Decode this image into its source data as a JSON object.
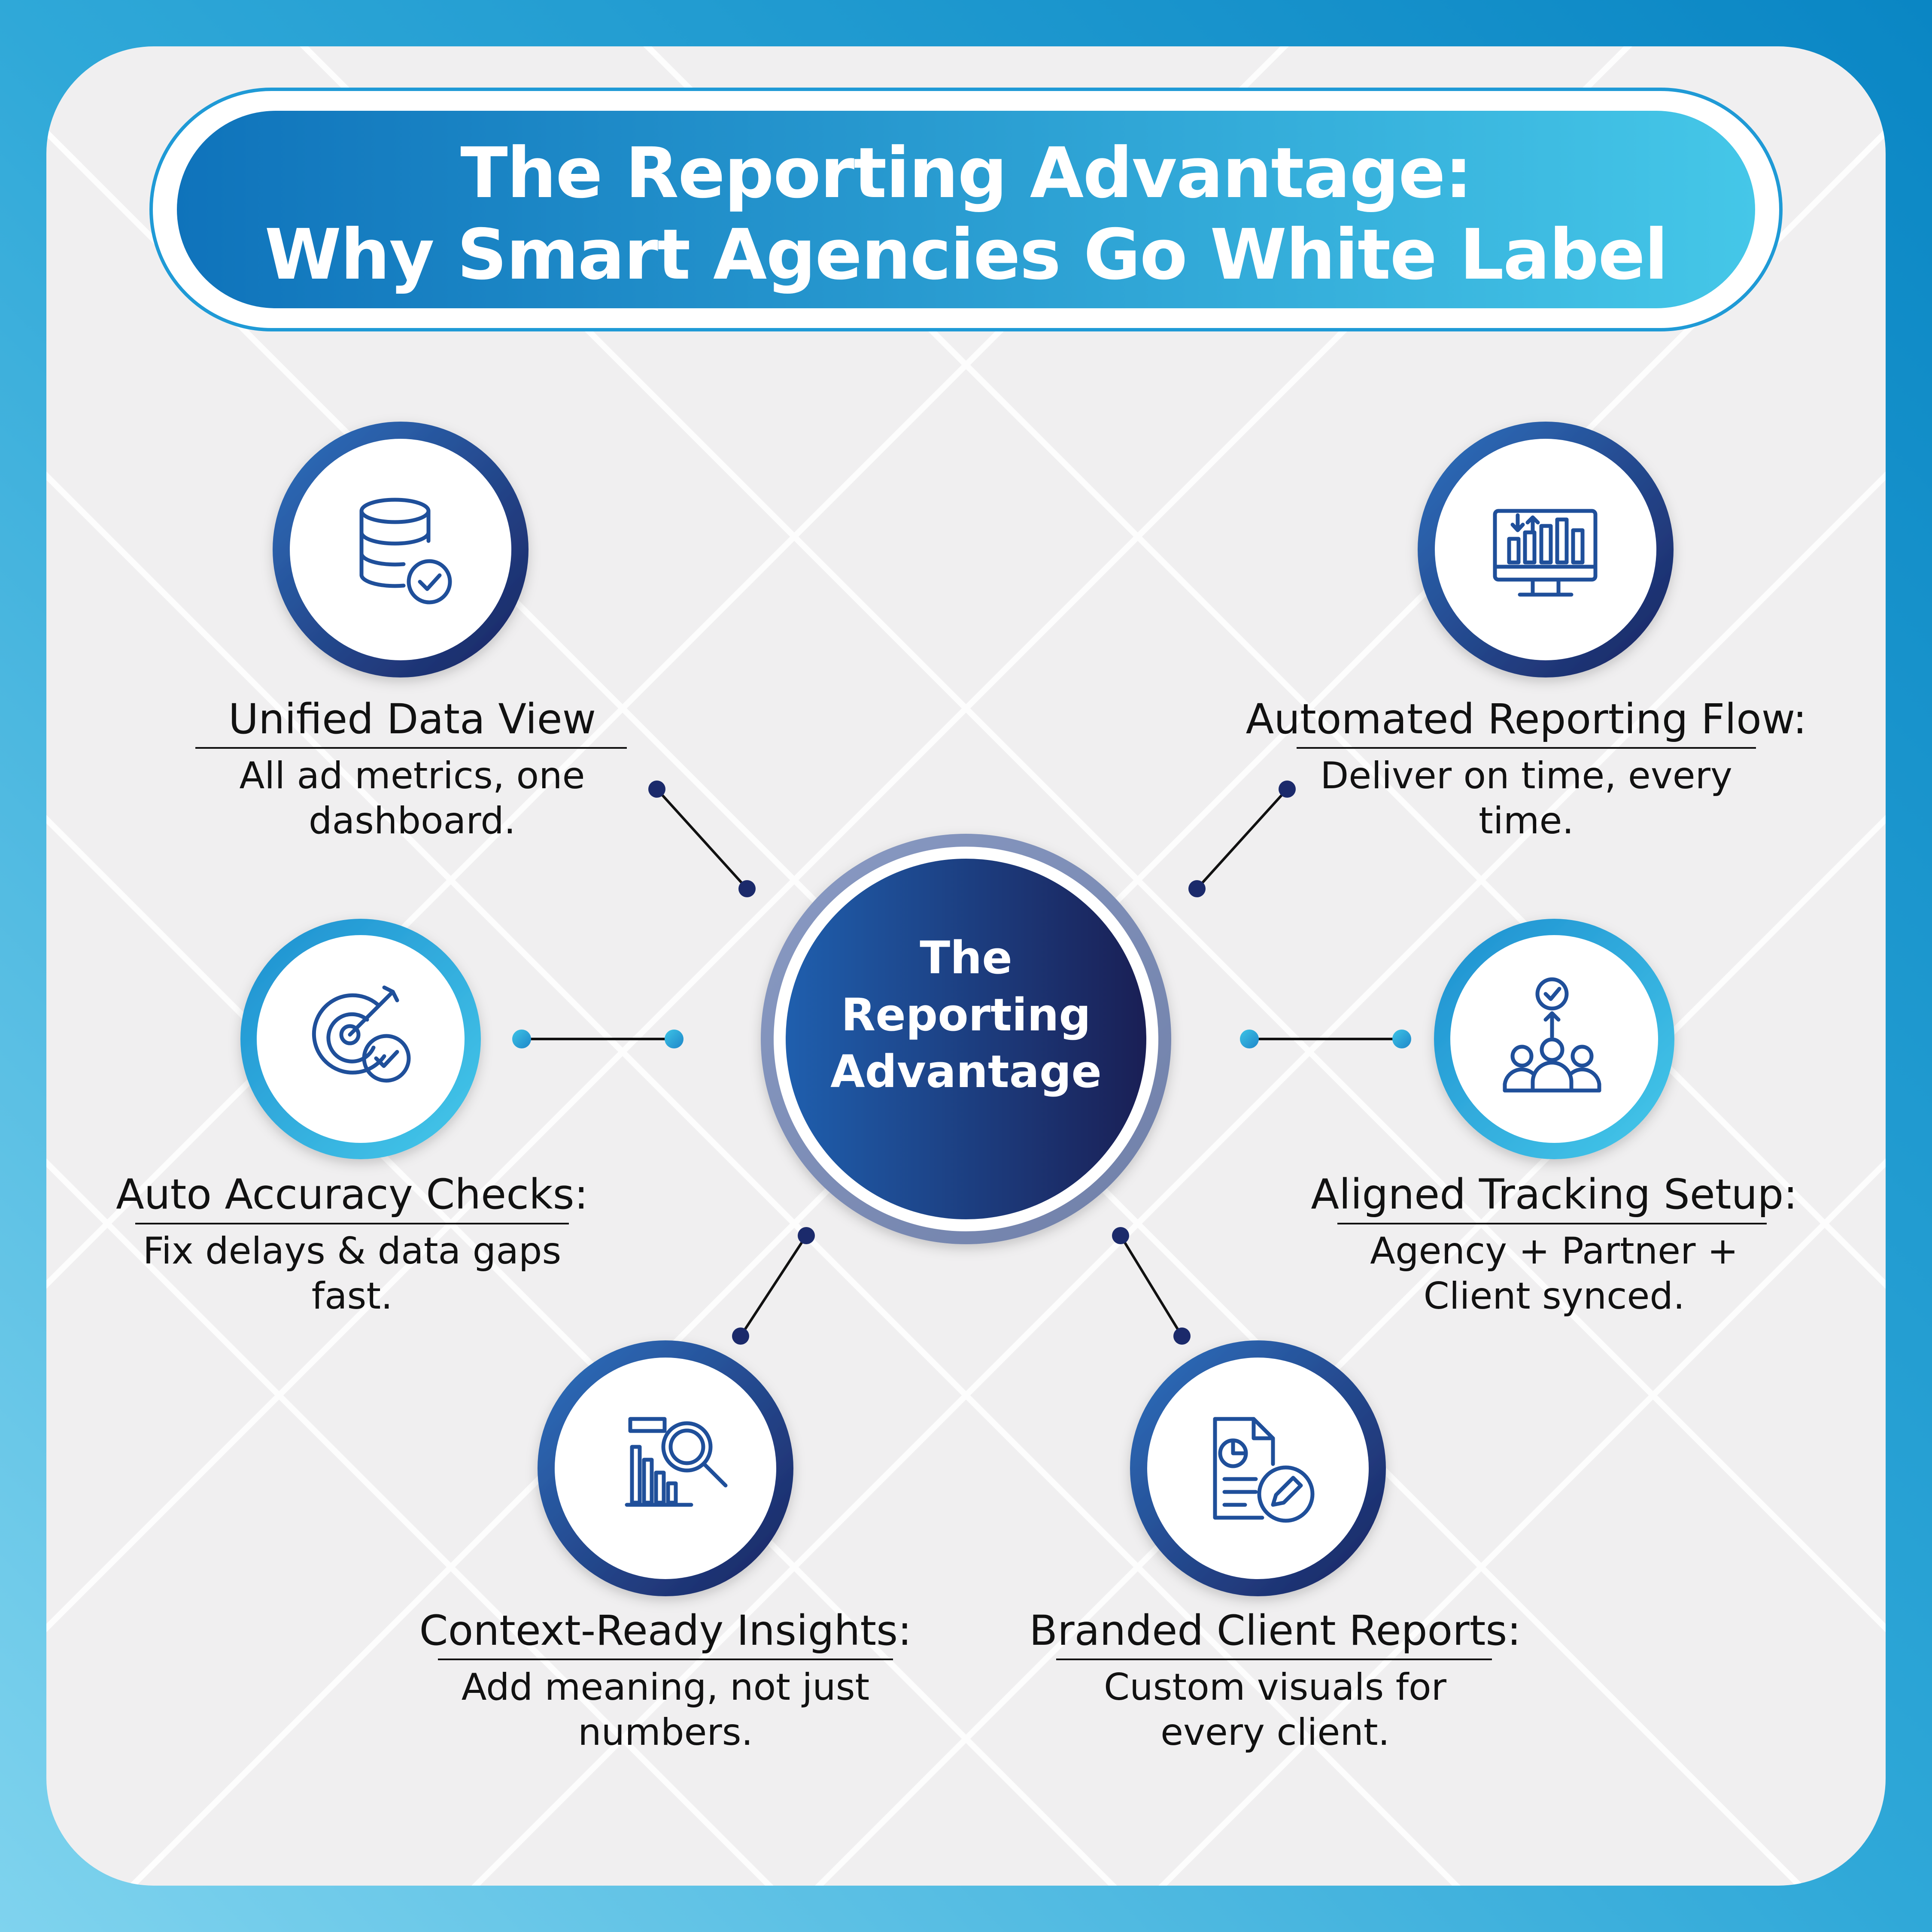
{
  "title": {
    "line1": "The Reporting Advantage:",
    "line2": "Why Smart Agencies Go White Label"
  },
  "center": {
    "line1": "The",
    "line2": "Reporting",
    "line3": "Advantage"
  },
  "features": [
    {
      "heading": "Unified Data View",
      "desc_line1": "All ad metrics, one",
      "desc_line2": "dashboard.",
      "icon": "database-check-icon"
    },
    {
      "heading": "Automated Reporting Flow:",
      "desc_line1": "Deliver on time, every",
      "desc_line2": "time.",
      "icon": "monitor-chart-icon"
    },
    {
      "heading": "Auto Accuracy Checks:",
      "desc_line1": "Fix delays & data gaps",
      "desc_line2": "fast.",
      "icon": "target-check-icon"
    },
    {
      "heading": "Aligned Tracking Setup:",
      "desc_line1": "Agency + Partner +",
      "desc_line2": "Client synced.",
      "icon": "team-check-icon"
    },
    {
      "heading": "Context-Ready Insights:",
      "desc_line1": "Add meaning, not just",
      "desc_line2": "numbers.",
      "icon": "chart-magnifier-icon"
    },
    {
      "heading": "Branded Client Reports:",
      "desc_line1": "Custom visuals for",
      "desc_line2": "every client.",
      "icon": "document-edit-icon"
    }
  ],
  "colors": {
    "navy": "#1b2a6b",
    "blue": "#1f66b3",
    "cyan": "#3cc4e6",
    "frame": "#0d8cc6"
  }
}
